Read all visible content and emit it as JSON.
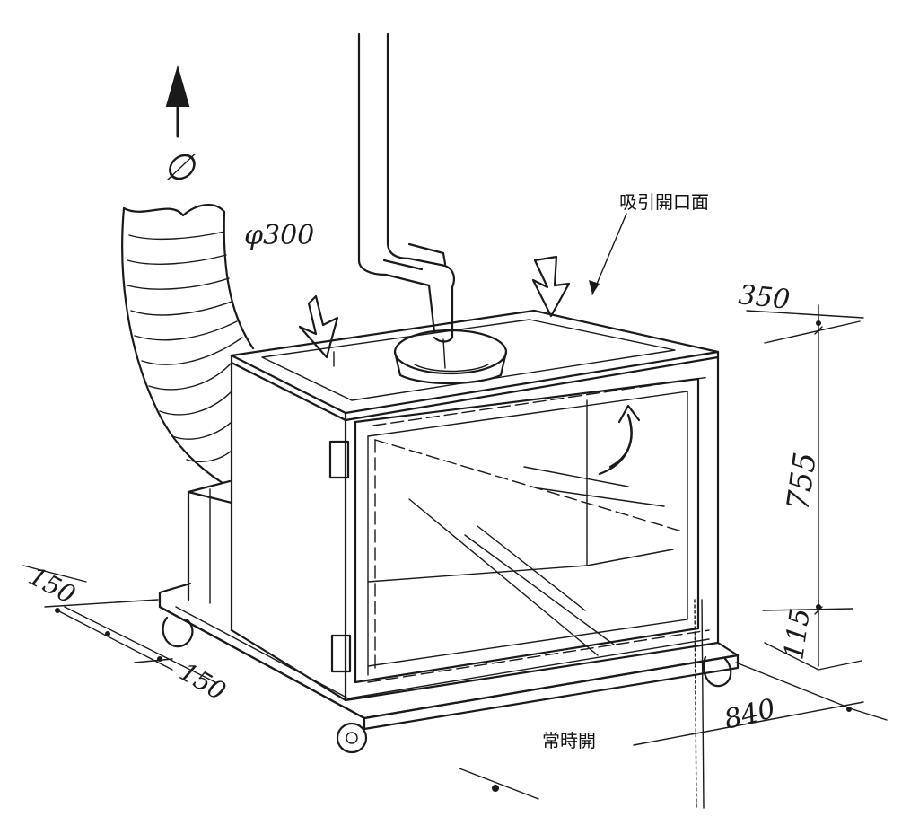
{
  "labels": {
    "suction_opening": "吸引開口面",
    "duct_diameter": "φ300",
    "exhaust_symbol": "∅",
    "always_open": "常時開"
  },
  "dimensions": {
    "depth_top": "350",
    "height": "755",
    "base_height": "115",
    "width": "840",
    "offset_a": "150",
    "offset_b": "150"
  }
}
